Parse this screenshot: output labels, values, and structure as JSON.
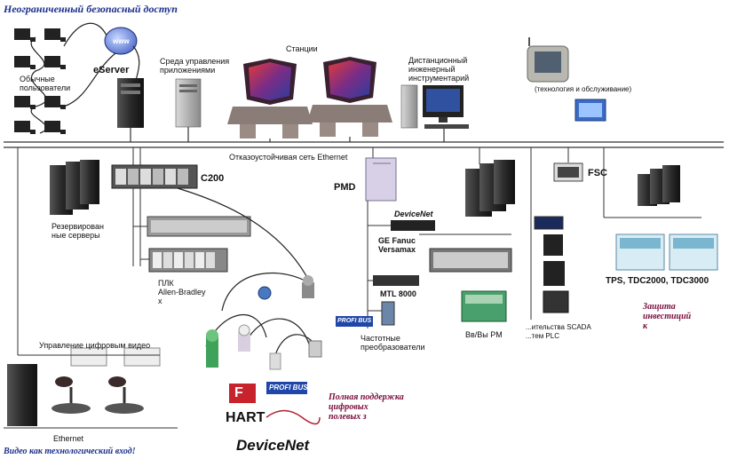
{
  "title": "Неограниченный безопасный доступ",
  "footer_left": "Видео как технологический вход!",
  "ethernet_backbone": "Отказоустойчивая сеть Ethernet",
  "ethernet_bottom": "Ethernet",
  "nodes": {
    "users": "Обычные\nпользователи",
    "www": "www",
    "eserver": "eServer",
    "app_env": "Среда управления\nприложениями",
    "stations": "Станции",
    "remote_eng": "Дистанционный\nинженерный\nинструментарий",
    "tech_service": "(технология и обслуживание)",
    "backup_servers": "Резервирован\nные серверы",
    "c200": "C200",
    "plc": "ПЛК\nAllen-Bradley\nх",
    "pmd": "PMD",
    "devicenet_top": "DeviceNet",
    "ge_fanuc": "GE Fanuc\nVersamax",
    "mtl": "MTL 8000",
    "freq": "Частотные\nпреобразователи",
    "fsc": "FSC",
    "tps": "TPS, TDC2000, TDC3000",
    "bus_pm": "Вв/Вы PM",
    "scada": "...ительства SCADA\n...тем PLC",
    "video": "Управление цифровым видео",
    "protection": "Защита\nинвестиций\nк"
  },
  "field_support": "Полная поддержка\nцифровых\nполевых з",
  "logos": {
    "profibus": "PROFI BUS",
    "hart": "HART",
    "devicenet": "DeviceNet",
    "ff": "F"
  },
  "colors": {
    "title_blue": "#1c2f8c",
    "accent_red": "#7a0b3a",
    "station_red": "#c8232c"
  }
}
